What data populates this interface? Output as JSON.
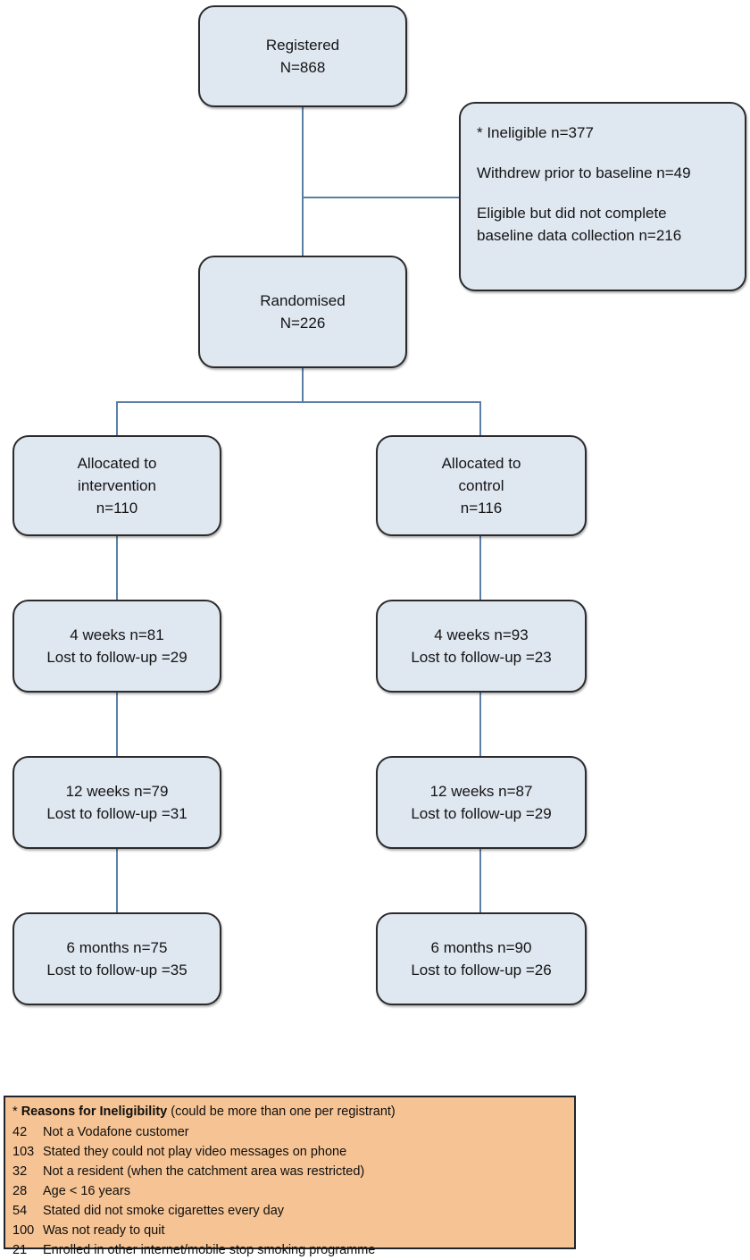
{
  "diagram": {
    "type": "consort-flow-diagram",
    "nodes": {
      "registered": {
        "line1": "Registered",
        "line2": "N=868"
      },
      "exclusions": {
        "para1": "* Ineligible n=377",
        "para2": "Withdrew prior to baseline n=49",
        "para3_line1": "Eligible but did not complete",
        "para3_line2": "baseline data collection n=216"
      },
      "randomised": {
        "line1": "Randomised",
        "line2": "N=226"
      },
      "allocated_intervention": {
        "line1": "Allocated to",
        "line2": "intervention",
        "line3": "n=110"
      },
      "allocated_control": {
        "line1": "Allocated to",
        "line2": "control",
        "line3": "n=116"
      },
      "intervention_4weeks": {
        "line1": "4 weeks n=81",
        "line2": "Lost to follow-up =29"
      },
      "control_4weeks": {
        "line1": "4 weeks n=93",
        "line2": "Lost to follow-up =23"
      },
      "intervention_12weeks": {
        "line1": "12 weeks n=79",
        "line2": "Lost to follow-up =31"
      },
      "control_12weeks": {
        "line1": "12 weeks n=87",
        "line2": "Lost to follow-up =29"
      },
      "intervention_6months": {
        "line1": "6 months n=75",
        "line2": "Lost to follow-up =35"
      },
      "control_6months": {
        "line1": "6 months n=90",
        "line2": "Lost to follow-up =26"
      }
    }
  },
  "footnote": {
    "marker": "*",
    "title_bold": "Reasons for Ineligibility",
    "title_note": "(could be more than one per registrant)",
    "rows": [
      {
        "count": "42",
        "reason": "Not a Vodafone customer"
      },
      {
        "count": "103",
        "reason": "Stated they could not play video messages on phone"
      },
      {
        "count": "32",
        "reason": "Not a resident (when the catchment area was restricted)"
      },
      {
        "count": "28",
        "reason": "Age < 16 years"
      },
      {
        "count": "54",
        "reason": "Stated did not smoke cigarettes every day"
      },
      {
        "count": "100",
        "reason": "Was not ready to quit"
      },
      {
        "count": "21",
        "reason": "Enrolled in other internet/mobile stop smoking programme"
      }
    ]
  },
  "colors": {
    "node_fill": "#dfe7f1",
    "node_border": "#2b2b2b",
    "connector": "#5b7ea6",
    "footnote_fill": "#f5c394",
    "footnote_border": "#20252b",
    "text": "#141414"
  }
}
